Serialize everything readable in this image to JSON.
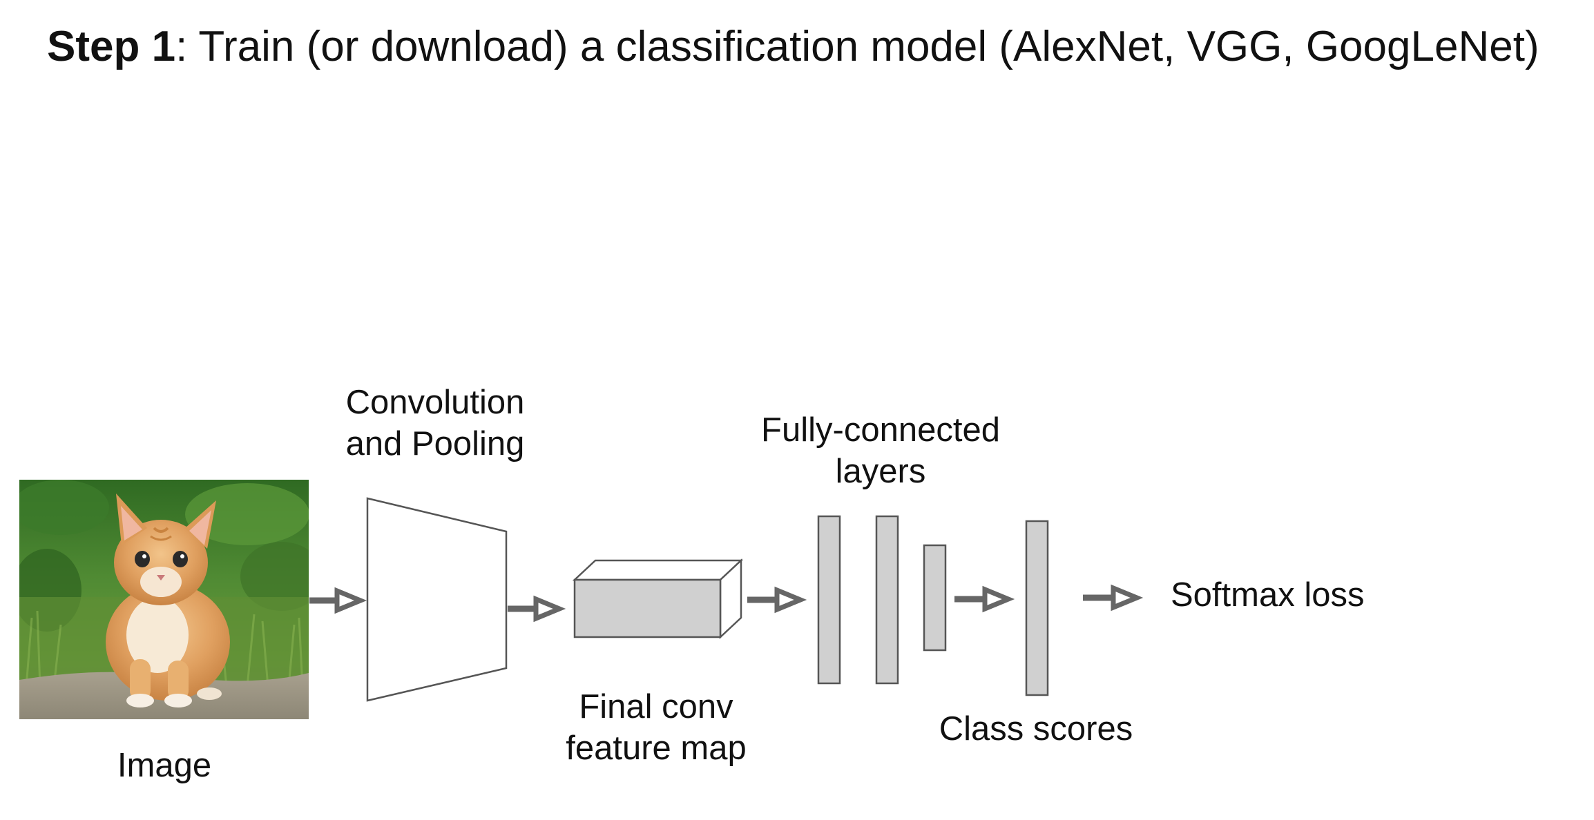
{
  "title": {
    "bold_part": "Step 1",
    "rest": ": Train (or download) a classification model (AlexNet, VGG,  GoogLeNet)"
  },
  "labels": {
    "conv_line1": "Convolution",
    "conv_line2": "and Pooling",
    "fc_line1": "Fully-connected",
    "fc_line2": "layers",
    "image": "Image",
    "final_conv_line1": "Final conv",
    "final_conv_line2": "feature map",
    "class_scores": "Class scores",
    "softmax": "Softmax loss"
  },
  "colors": {
    "box_fill": "#d0d0d0",
    "box_stroke": "#555555",
    "arrow": "#666666",
    "trapezoid_fill": "#ffffff"
  }
}
